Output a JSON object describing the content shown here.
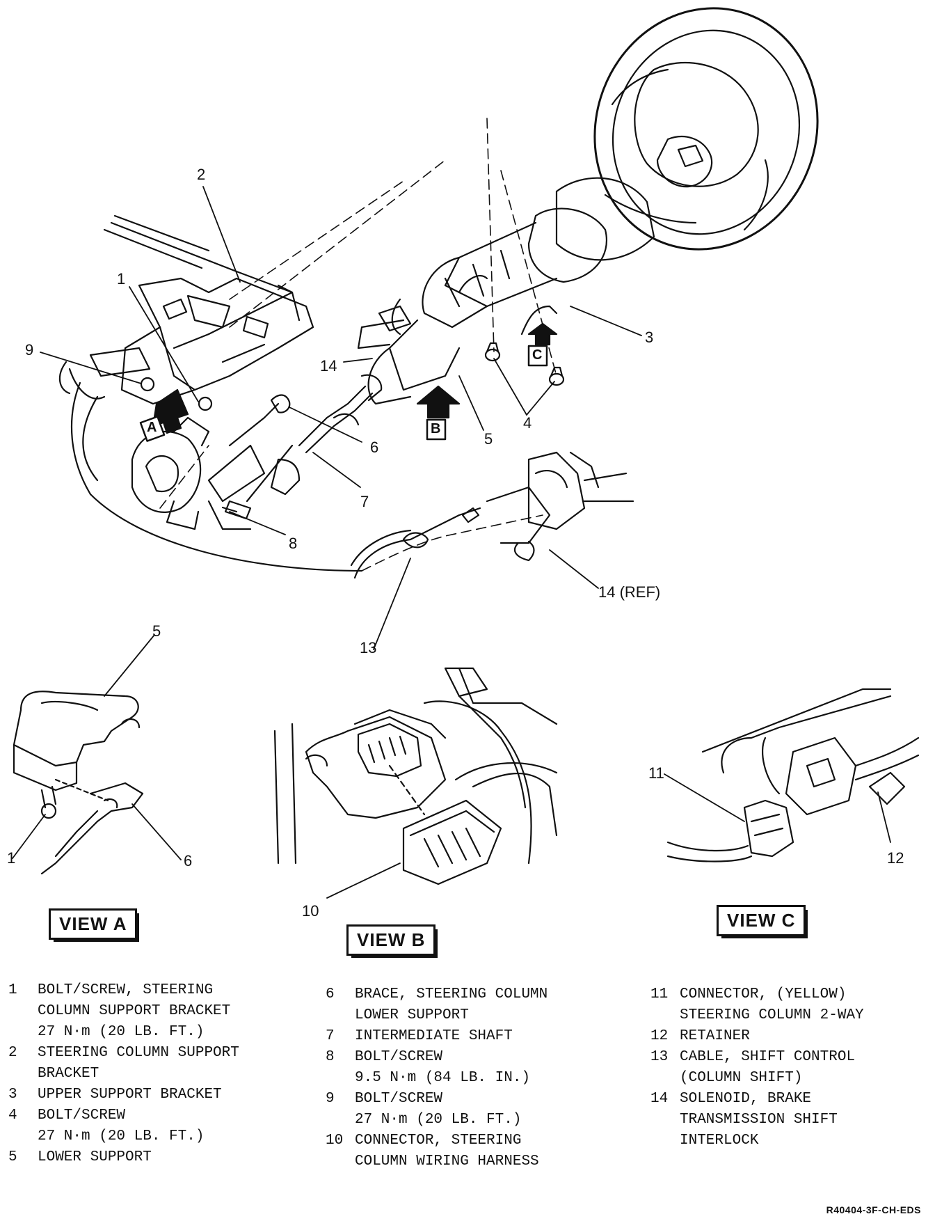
{
  "callouts": {
    "c1": "1",
    "c2": "2",
    "c3": "3",
    "c4": "4",
    "c5": "5",
    "c6": "6",
    "c7": "7",
    "c8": "8",
    "c9": "9",
    "c14": "14",
    "c14ref": "14 (REF)",
    "c13": "13",
    "va5": "5",
    "va1": "1",
    "va6": "6",
    "vb10": "10",
    "vc11": "11",
    "vc12": "12"
  },
  "arrows": {
    "a": "A",
    "b": "B",
    "c": "C"
  },
  "views": {
    "a": "VIEW A",
    "b": "VIEW B",
    "c": "VIEW C"
  },
  "legend": {
    "col1": [
      {
        "num": "1",
        "lines": [
          "BOLT/SCREW, STEERING",
          "COLUMN SUPPORT BRACKET",
          "27 N·m (20 LB. FT.)"
        ]
      },
      {
        "num": "2",
        "lines": [
          "STEERING COLUMN SUPPORT",
          "BRACKET"
        ]
      },
      {
        "num": "3",
        "lines": [
          "UPPER SUPPORT BRACKET"
        ]
      },
      {
        "num": "4",
        "lines": [
          "BOLT/SCREW",
          "27 N·m (20 LB. FT.)"
        ]
      },
      {
        "num": "5",
        "lines": [
          "LOWER SUPPORT"
        ]
      }
    ],
    "col2": [
      {
        "num": "6",
        "lines": [
          "BRACE, STEERING COLUMN",
          "LOWER SUPPORT"
        ]
      },
      {
        "num": "7",
        "lines": [
          "INTERMEDIATE SHAFT"
        ]
      },
      {
        "num": "8",
        "lines": [
          "BOLT/SCREW",
          "9.5 N·m (84 LB. IN.)"
        ]
      },
      {
        "num": "9",
        "lines": [
          "BOLT/SCREW",
          "27 N·m (20 LB. FT.)"
        ]
      },
      {
        "num": "10",
        "lines": [
          "CONNECTOR, STEERING",
          "COLUMN WIRING HARNESS"
        ]
      }
    ],
    "col3": [
      {
        "num": "11",
        "lines": [
          "CONNECTOR, (YELLOW)",
          "STEERING COLUMN 2-WAY"
        ]
      },
      {
        "num": "12",
        "lines": [
          "RETAINER"
        ]
      },
      {
        "num": "13",
        "lines": [
          "CABLE, SHIFT CONTROL",
          "(COLUMN SHIFT)"
        ]
      },
      {
        "num": "14",
        "lines": [
          "SOLENOID, BRAKE",
          "TRANSMISSION SHIFT",
          "INTERLOCK"
        ]
      }
    ]
  },
  "figure_code": "R40404-3F-CH-EDS"
}
